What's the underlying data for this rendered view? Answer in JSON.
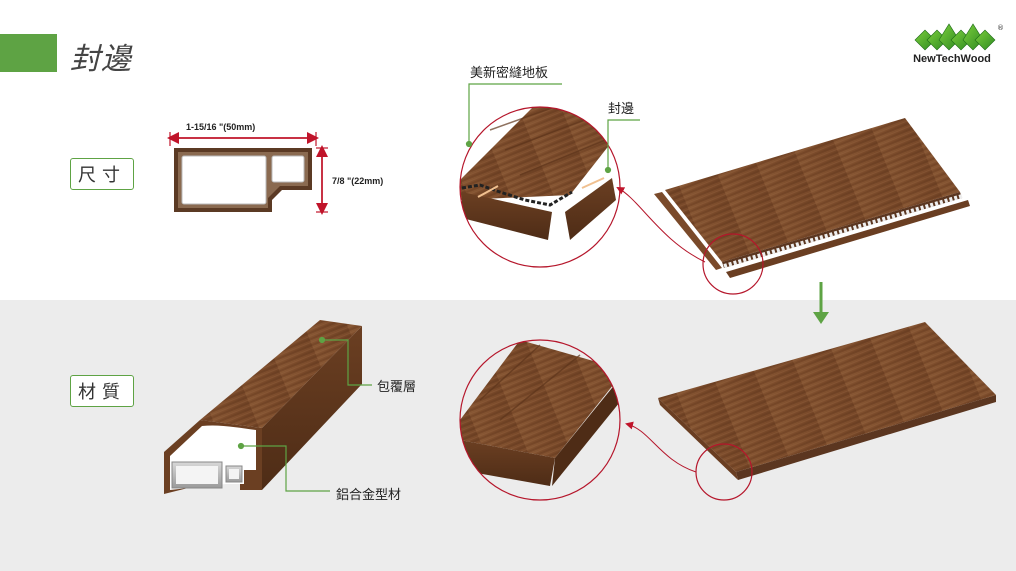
{
  "page": {
    "title": "封邊",
    "size_badge": "尺寸",
    "material_badge": "材質"
  },
  "brand": {
    "name": "NewTechWood",
    "registered_mark": "®",
    "logo_icon": "triple-green-diamond-logo"
  },
  "dimensions": {
    "width": "1-15/16 \"(50mm)",
    "height": "7/8 \"(22mm)"
  },
  "callouts": {
    "deck_board": "美新密縫地板",
    "edge_trim": "封邊",
    "cover_layer": "包覆層",
    "aluminum_profile": "鋁合金型材"
  },
  "colors": {
    "accent_green": "#5ea344",
    "dimension_red": "#c0142a",
    "wood_brown": "#7a4a2a",
    "band_gray": "#ececec"
  }
}
